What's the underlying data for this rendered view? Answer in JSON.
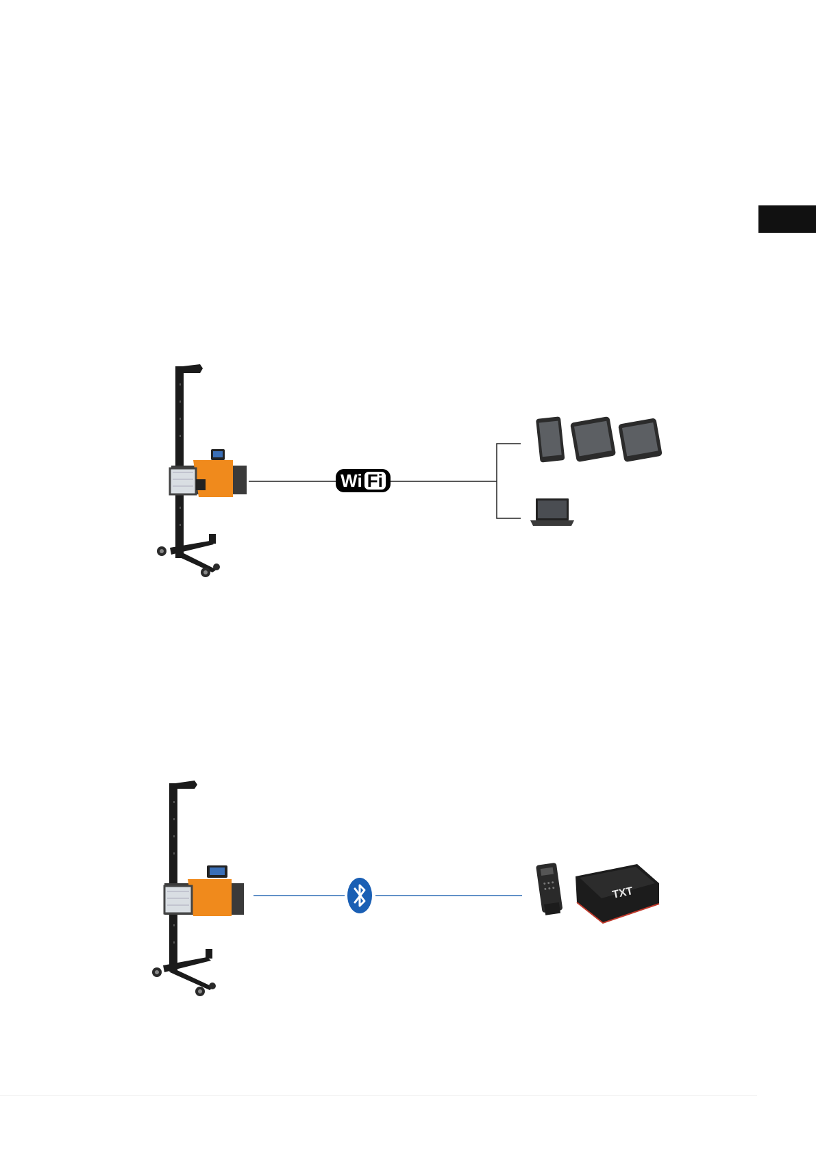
{
  "connections": {
    "wifi": {
      "label_wi": "Wi",
      "label_fi": "Fi",
      "icon": "wifi-logo",
      "line_color": "#222222",
      "devices": [
        "tablet",
        "tablet",
        "tablet",
        "laptop"
      ]
    },
    "bluetooth": {
      "icon": "bluetooth-logo",
      "badge_color": "#1a5fb4",
      "line_color": "#2f6db5",
      "devices": [
        "vci-dongle",
        "txt-diagnostic-interface"
      ]
    }
  },
  "devices": {
    "txt_label": "TXT"
  },
  "colors": {
    "accent_orange": "#f08a1c",
    "side_tab": "#111111"
  }
}
